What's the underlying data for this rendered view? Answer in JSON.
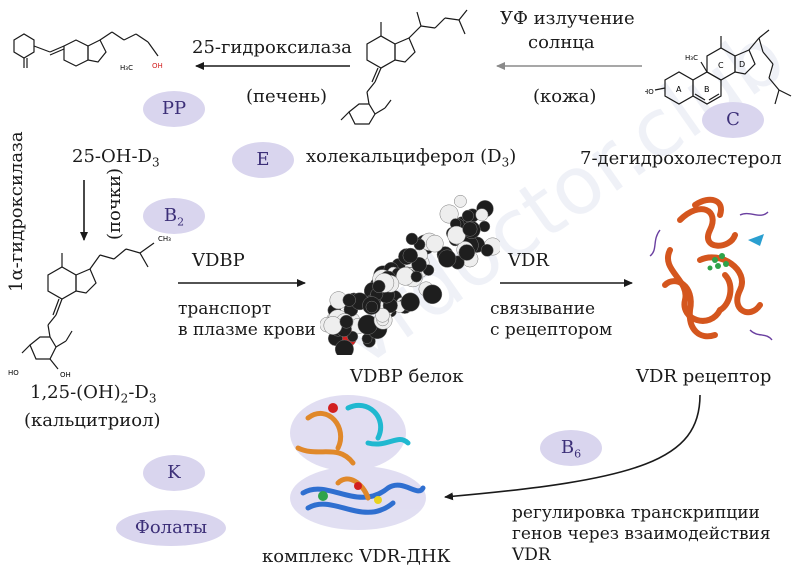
{
  "watermark": "vrdoctor.club",
  "labels": {
    "uv_line1": "УФ излучение",
    "uv_line2": "солнца",
    "skin": "(кожа)",
    "hydroxylase25": "25-гидроксилаза",
    "liver": "(печень)",
    "cholecalciferol": "холекальциферол (D",
    "cholecalciferol_sub": "3",
    "cholecalciferol_end": ")",
    "dehydro": "7-дегидрохолестерол",
    "oh_d3": "25-OH-D",
    "oh_d3_sub": "3",
    "kidneys": "(почки)",
    "alpha_hydroxylase": "1α-гидроксилаза",
    "vdbp": "VDBP",
    "transport_line1": "транспорт",
    "transport_line2": "в плазме крови",
    "vdbp_protein": "VDBP белок",
    "vdr": "VDR",
    "binding_line1": "связывание",
    "binding_line2": "с рецептором",
    "vdr_receptor": "VDR рецептор",
    "calcitriol_a": "1,25-(OH)",
    "calcitriol_sub1": "2",
    "calcitriol_b": "-D",
    "calcitriol_sub2": "3",
    "calcitriol_name": "(кальцитриол)",
    "reg_line1": "регулировка транскрипции",
    "reg_line2": "генов через взаимодействия",
    "reg_line3": "VDR",
    "complex": "комплекс VDR-ДНК"
  },
  "cofactors": {
    "pp": "PP",
    "e": "E",
    "c": "C",
    "b2": "B",
    "b2_sub": "2",
    "b6": "B",
    "b6_sub": "6",
    "k": "K",
    "folates": "Фолаты"
  },
  "ring_letters": [
    "A",
    "B",
    "C",
    "D"
  ],
  "atom_labels": {
    "ho": "HO",
    "oh": "OH",
    "h3c": "H₃C",
    "ch3": "CH₃"
  },
  "colors": {
    "arrow": "#1a1a1a",
    "arrow_gray": "#8a8a8a",
    "cofactor_bg": "#d9d5ee",
    "cofactor_text": "#3c2f78",
    "protein_orange": "#d4561e",
    "molecule_red": "#d21f1f"
  }
}
